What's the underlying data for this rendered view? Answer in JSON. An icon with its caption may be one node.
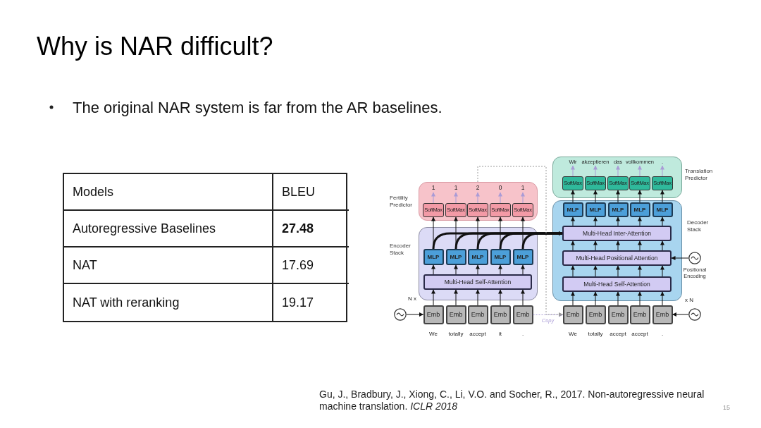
{
  "diagram": {
    "title": "Why is NAR difficult?",
    "nodes": [
      {
        "text": [
          "Fertility Predictor"
        ]
      },
      {
        "text": [
          "1"
        ],
        "in": 0
      },
      {
        "text": [
          "1"
        ],
        "in": 0
      },
      {
        "text": [
          "2"
        ],
        "in": 0
      },
      {
        "text": [
          "0"
        ],
        "in": 0
      },
      {
        "text": [
          "1"
        ],
        "in": 0
      },
      {
        "text": [
          "SoftMax"
        ],
        "in": 0
      },
      {
        "text": [
          "SoftMax"
        ],
        "in": 0
      },
      {
        "text": [
          "SoftMax"
        ],
        "in": 0
      },
      {
        "text": [
          "SoftMax"
        ],
        "in": 0
      },
      {
        "text": [
          "SoftMax"
        ],
        "in": 0
      },
      {
        "text": [
          "Encoder Stack"
        ]
      },
      {
        "text": [
          "MLP"
        ],
        "in": 11
      },
      {
        "text": [
          "MLP"
        ],
        "in": 11
      },
      {
        "text": [
          "MLP"
        ],
        "in": 11
      },
      {
        "text": [
          "MLP"
        ],
        "in": 11
      },
      {
        "text": [
          "MLP"
        ],
        "in": 11
      },
      {
        "text": [
          "Multi-Head Self-Attention"
        ],
        "in": 11
      },
      {
        "text": [],
        "shape": "circle"
      },
      {
        "text": [
          "Emb"
        ]
      },
      {
        "text": [
          "Emb"
        ]
      },
      {
        "text": [
          "Emb"
        ]
      },
      {
        "text": [
          "Emb"
        ]
      },
      {
        "text": [
          "Emb"
        ]
      },
      {
        "text": [
          "Translation Predictor"
        ]
      },
      {
        "text": [
          "Wir"
        ],
        "in": 24
      },
      {
        "text": [
          "akzeptieren"
        ],
        "in": 24
      },
      {
        "text": [
          "das"
        ],
        "in": 24
      },
      {
        "text": [
          "vollkommen"
        ],
        "in": 24
      },
      {
        "text": [
          "."
        ],
        "in": 24
      },
      {
        "text": [
          "SoftMax"
        ],
        "in": 24
      },
      {
        "text": [
          "SoftMax"
        ],
        "in": 24
      },
      {
        "text": [
          "SoftMax"
        ],
        "in": 24
      },
      {
        "text": [
          "SoftMax"
        ],
        "in": 24
      },
      {
        "text": [
          "SoftMax"
        ],
        "in": 24
      },
      {
        "text": [
          "Decoder Stack"
        ]
      },
      {
        "text": [
          "MLP"
        ],
        "in": 35
      },
      {
        "text": [
          "MLP"
        ],
        "in": 35
      },
      {
        "text": [
          "MLP"
        ],
        "in": 35
      },
      {
        "text": [
          "MLP"
        ],
        "in": 35
      },
      {
        "text": [
          "MLP"
        ],
        "in": 35
      },
      {
        "text": [
          "Multi-Head Inter-Attention"
        ],
        "in": 35
      },
      {
        "text": [
          "Multi-Head Positional Attention"
        ],
        "in": 35
      },
      {
        "text": [
          "Multi-Head Self-Attention"
        ],
        "in": 35
      },
      {
        "text": [],
        "shape": "circle",
        "beside": [
          "Positional Encoding"
        ]
      },
      {
        "text": [
          "Emb"
        ]
      },
      {
        "text": [
          "Emb"
        ]
      },
      {
        "text": [
          "Emb"
        ]
      },
      {
        "text": [
          "Emb"
        ]
      },
      {
        "text": [
          "Emb"
        ]
      },
      {
        "text": [],
        "shape": "circle"
      }
    ],
    "edges": [
      {
        "from": 12,
        "to": 6,
        "arrow": "to"
      },
      {
        "from": 13,
        "to": 7,
        "arrow": "to"
      },
      {
        "from": 14,
        "to": 8,
        "arrow": "to"
      },
      {
        "from": 15,
        "to": 9,
        "arrow": "to"
      },
      {
        "from": 16,
        "to": 10,
        "arrow": "to"
      },
      {
        "from": 6,
        "to": 1,
        "arrow": "to",
        "color": "#a99bd6"
      },
      {
        "from": 7,
        "to": 2,
        "arrow": "to",
        "color": "#a99bd6"
      },
      {
        "from": 8,
        "to": 3,
        "arrow": "to",
        "color": "#a99bd6"
      },
      {
        "from": 9,
        "to": 4,
        "arrow": "to",
        "color": "#a99bd6"
      },
      {
        "from": 10,
        "to": 5,
        "arrow": "to",
        "color": "#a99bd6"
      },
      {
        "from": 18,
        "to": 19,
        "arrow": "to"
      },
      {
        "from": 19,
        "to": 17,
        "arrow": "to"
      },
      {
        "from": 20,
        "to": 17,
        "arrow": "to"
      },
      {
        "from": 21,
        "to": 17,
        "arrow": "to"
      },
      {
        "from": 22,
        "to": 17,
        "arrow": "to"
      },
      {
        "from": 23,
        "to": 17,
        "arrow": "to"
      },
      {
        "from": 17,
        "to": 12,
        "arrow": "to"
      },
      {
        "from": 17,
        "to": 13,
        "arrow": "to"
      },
      {
        "from": 17,
        "to": 14,
        "arrow": "to"
      },
      {
        "from": 17,
        "to": 15,
        "arrow": "to"
      },
      {
        "from": 17,
        "to": 16,
        "arrow": "to"
      },
      {
        "from": 12,
        "to": 41,
        "arrow": "to",
        "style": "thick"
      },
      {
        "from": 13,
        "to": 41,
        "arrow": "to",
        "style": "thick"
      },
      {
        "from": 14,
        "to": 41,
        "arrow": "to",
        "style": "thick"
      },
      {
        "from": 15,
        "to": 41,
        "arrow": "to",
        "style": "thick"
      },
      {
        "from": 16,
        "to": 41,
        "arrow": "to",
        "style": "thick"
      },
      {
        "from": 23,
        "to": 45,
        "arrow": "to",
        "label": "Copy",
        "style": "dashed",
        "color": "#a99bd6"
      },
      {
        "from": 0,
        "to": 45,
        "arrow": "to",
        "style": "dashed",
        "color": "#9a9a9a"
      },
      {
        "from": 45,
        "to": 43,
        "arrow": "to"
      },
      {
        "from": 46,
        "to": 43,
        "arrow": "to"
      },
      {
        "from": 47,
        "to": 43,
        "arrow": "to"
      },
      {
        "from": 48,
        "to": 43,
        "arrow": "to"
      },
      {
        "from": 49,
        "to": 43,
        "arrow": "to"
      },
      {
        "from": 43,
        "to": 42,
        "arrow": "to"
      },
      {
        "from": 43,
        "to": 42,
        "arrow": "to"
      },
      {
        "from": 43,
        "to": 42,
        "arrow": "to"
      },
      {
        "from": 43,
        "to": 42,
        "arrow": "to"
      },
      {
        "from": 43,
        "to": 42,
        "arrow": "to"
      },
      {
        "from": 42,
        "to": 41,
        "arrow": "to"
      },
      {
        "from": 42,
        "to": 41,
        "arrow": "to"
      },
      {
        "from": 42,
        "to": 41,
        "arrow": "to"
      },
      {
        "from": 42,
        "to": 41,
        "arrow": "to"
      },
      {
        "from": 42,
        "to": 41,
        "arrow": "to"
      },
      {
        "from": 41,
        "to": 36,
        "arrow": "to"
      },
      {
        "from": 41,
        "to": 37,
        "arrow": "to"
      },
      {
        "from": 41,
        "to": 38,
        "arrow": "to"
      },
      {
        "from": 41,
        "to": 39,
        "arrow": "to"
      },
      {
        "from": 41,
        "to": 40,
        "arrow": "to"
      },
      {
        "from": 36,
        "to": 30,
        "arrow": "to"
      },
      {
        "from": 37,
        "to": 31,
        "arrow": "to"
      },
      {
        "from": 38,
        "to": 32,
        "arrow": "to"
      },
      {
        "from": 39,
        "to": 33,
        "arrow": "to"
      },
      {
        "from": 40,
        "to": 34,
        "arrow": "to"
      },
      {
        "from": 30,
        "to": 25,
        "arrow": "to",
        "color": "#a99bd6"
      },
      {
        "from": 31,
        "to": 26,
        "arrow": "to",
        "color": "#a99bd6"
      },
      {
        "from": 32,
        "to": 27,
        "arrow": "to",
        "color": "#a99bd6"
      },
      {
        "from": 33,
        "to": 28,
        "arrow": "to",
        "color": "#a99bd6"
      },
      {
        "from": 34,
        "to": 29,
        "arrow": "to",
        "color": "#a99bd6"
      },
      {
        "from": 50,
        "to": 49,
        "arrow": "to"
      },
      {
        "from": 44,
        "to": 42,
        "arrow": "to"
      }
    ],
    "labels": [
      "The original NAR system is far from the AR baselines.",
      "Models",
      "BLEU",
      "Autoregressive Baselines",
      "27.48",
      "NAT",
      "17.69",
      "NAT with reranking",
      "19.17",
      "N x",
      "x N",
      "We",
      "totally",
      "accept",
      "it",
      ".",
      "We",
      "totally",
      "accept",
      "accept",
      ".",
      "Gu, J., Bradbury, J., Xiong, C., Li, V.O. and Socher, R., 2017. Non-autoregressive neural machine translation. *ICLR 2018*",
      "15"
    ]
  }
}
